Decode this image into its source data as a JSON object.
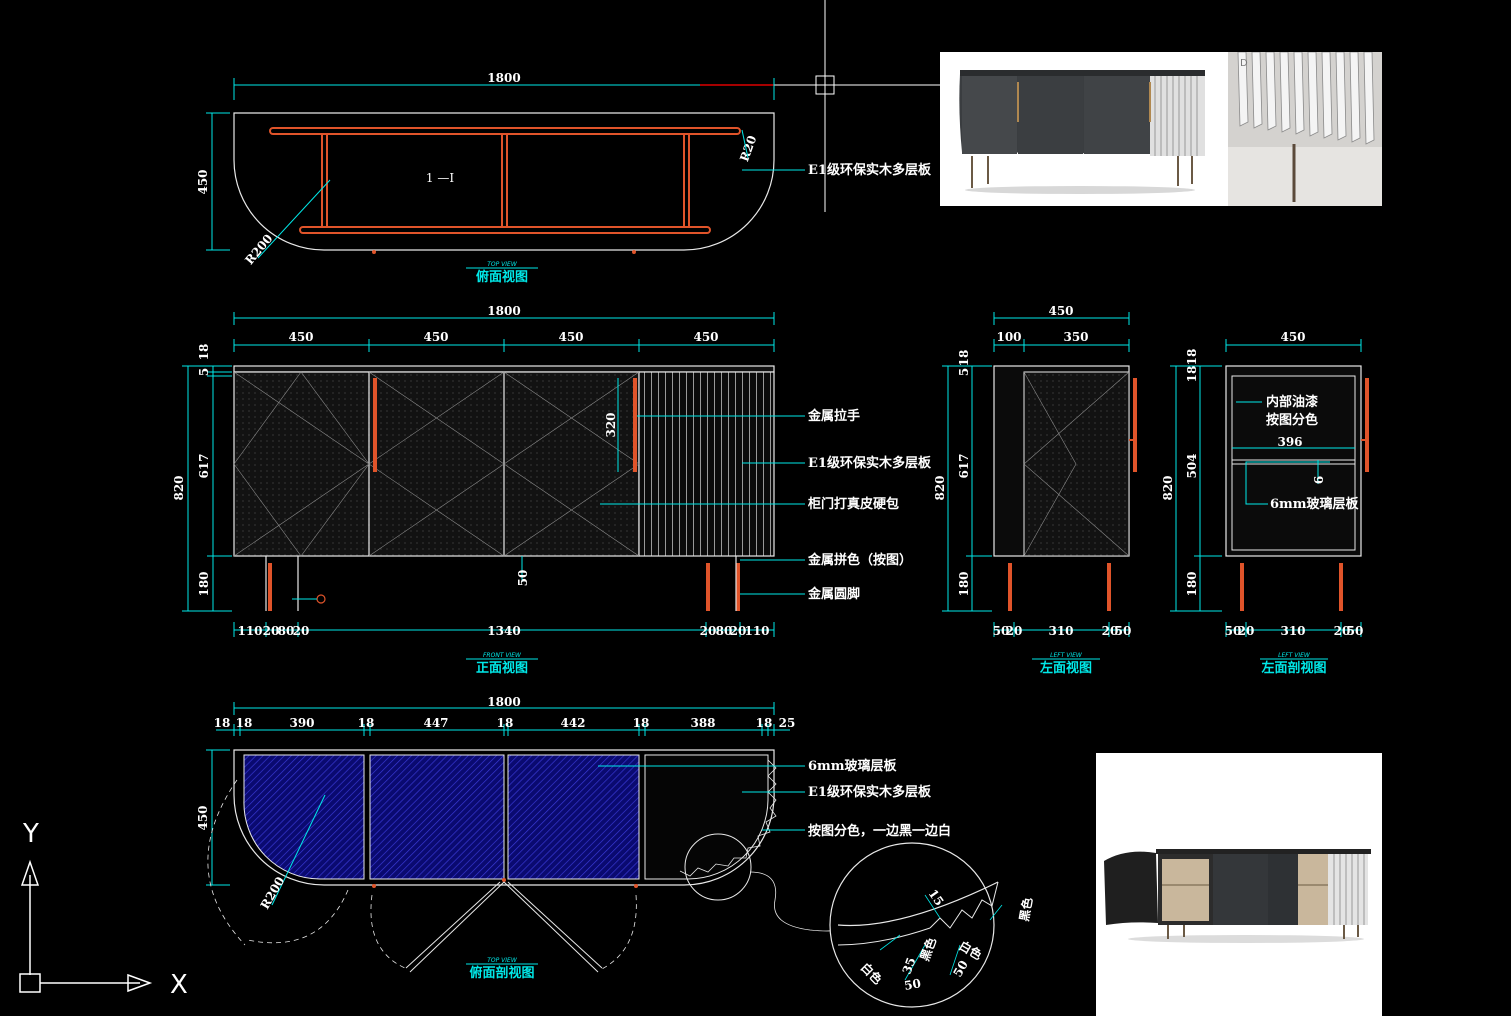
{
  "views": {
    "top": {
      "title": "俯面视图",
      "subtitle": "TOP VIEW",
      "width": "1800",
      "depth": "450",
      "radius": "R200",
      "small_radius": "R20",
      "note": "E1级环保实木多层板"
    },
    "front": {
      "title": "正面视图",
      "subtitle": "FRONT VIEW",
      "overall": "1800",
      "segments": [
        "450",
        "450",
        "450",
        "450"
      ],
      "heights": [
        "18",
        "5",
        "617",
        "820",
        "180"
      ],
      "handle_len": "320",
      "leg_gap": "50",
      "bottom_dims": [
        "110",
        "20",
        "80",
        "20",
        "1340",
        "20",
        "80",
        "20",
        "110"
      ],
      "notes": [
        "金属拉手",
        "E1级环保实木多层板",
        "柜门打真皮硬包",
        "金属拼色（按图）",
        "金属圆脚"
      ]
    },
    "left": {
      "title": "左面视图",
      "subtitle": "LEFT VIEW",
      "overall": "450",
      "segments": [
        "100",
        "350"
      ],
      "heights": [
        "18",
        "5",
        "617",
        "820",
        "180"
      ],
      "bottom_dims": [
        "50",
        "20",
        "310",
        "20",
        "50"
      ]
    },
    "section": {
      "title": "左面剖视图",
      "subtitle": "LEFT VIEW",
      "overall": "450",
      "inner_w": "396",
      "heights": [
        "18",
        "18",
        "504",
        "820",
        "180"
      ],
      "shelf_gap": "6",
      "notes": [
        "内部油漆",
        "按图分色",
        "6mm玻璃层板"
      ],
      "bottom_dims": [
        "50",
        "20",
        "310",
        "20",
        "50"
      ]
    },
    "plan": {
      "title": "俯面剖视图",
      "subtitle": "TOP VIEW",
      "overall": "1800",
      "depth": "450",
      "radius": "R200",
      "segments": [
        "18",
        "18",
        "390",
        "18",
        "447",
        "18",
        "442",
        "18",
        "388",
        "18",
        "25"
      ],
      "notes": [
        "6mm玻璃层板",
        "E1级环保实木多层板",
        "按图分色，一边黑一边白"
      ]
    },
    "detail": {
      "labels": [
        "15",
        "白色",
        "50",
        "黑色",
        "35",
        "白色",
        "50",
        "黑色"
      ]
    }
  },
  "ucs": {
    "y": "Y",
    "x": "X"
  },
  "photos": {
    "brand": "D"
  },
  "colors": {
    "cyan": "#00e8e8",
    "orange": "#e0542a",
    "hatch": "#1a1aa8"
  }
}
